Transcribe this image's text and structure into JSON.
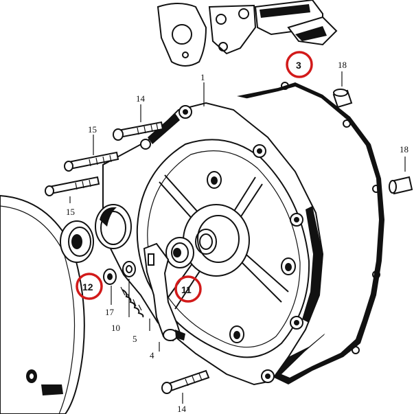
{
  "diagram": {
    "accent_color": "#d21a1a",
    "ink_color": "#111111",
    "callouts": {
      "c1": "1",
      "c3": "3",
      "c4": "4",
      "c5": "5",
      "c10": "10",
      "c11": "11",
      "c12": "12",
      "c14_top": "14",
      "c14_bottom": "14",
      "c15_top": "15",
      "c15_bottom": "15",
      "c17": "17",
      "c18_top": "18",
      "c18_right": "18"
    },
    "highlighted_callouts": [
      "3",
      "11",
      "12"
    ]
  }
}
